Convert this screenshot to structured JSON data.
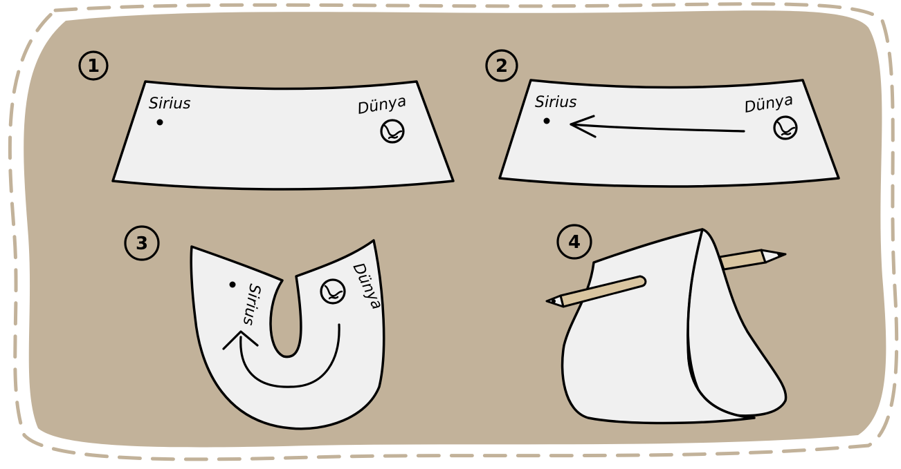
{
  "colors": {
    "board": "#c2b29a",
    "dash": "#c2b29a",
    "paper": "#f0f0f0",
    "pencil": "#d9c5a0",
    "ink": "#000000"
  },
  "steps": [
    {
      "number": "1",
      "label_a": "Sirius",
      "label_b": "Dünya"
    },
    {
      "number": "2",
      "label_a": "Sirius",
      "label_b": "Dünya"
    },
    {
      "number": "3",
      "label_a": "Sirius",
      "label_b": "Dünya"
    },
    {
      "number": "4"
    }
  ]
}
